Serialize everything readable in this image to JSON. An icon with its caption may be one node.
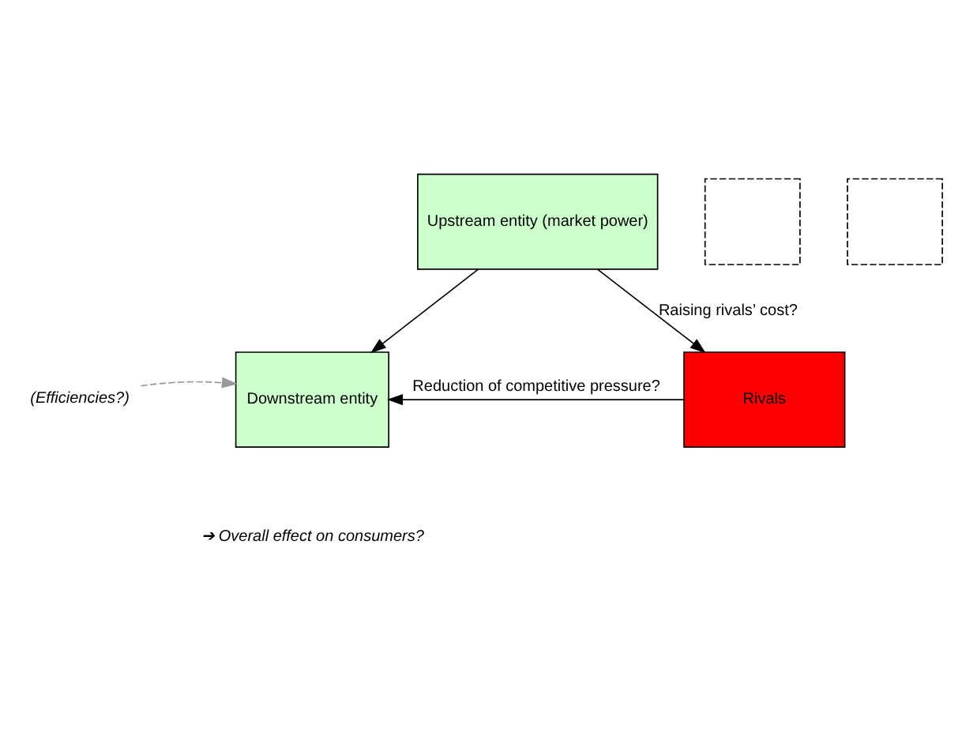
{
  "diagram": {
    "nodes": [
      {
        "text": [
          "Upstream entity (market power)"
        ]
      },
      {
        "text": [],
        "shape": "box"
      },
      {
        "text": [],
        "shape": "box"
      },
      {
        "text": [
          "Downstream entity"
        ]
      },
      {
        "text": [
          "Rivals"
        ]
      },
      {
        "text": [
          "(Efficiencies?)"
        ]
      }
    ],
    "edges": [
      {
        "from": 0,
        "to": 3,
        "arrow": "to"
      },
      {
        "from": 0,
        "to": 4,
        "arrow": "to",
        "label": "Raising rivals’ cost?"
      },
      {
        "from": 4,
        "to": 3,
        "arrow": "to",
        "label": "Reduction of competitive pressure?"
      },
      {
        "from": 5,
        "to": 3,
        "arrow": "to",
        "style": "dashed",
        "color": "#999999"
      }
    ],
    "labels": [
      "➔ Overall effect on consumers?"
    ]
  }
}
